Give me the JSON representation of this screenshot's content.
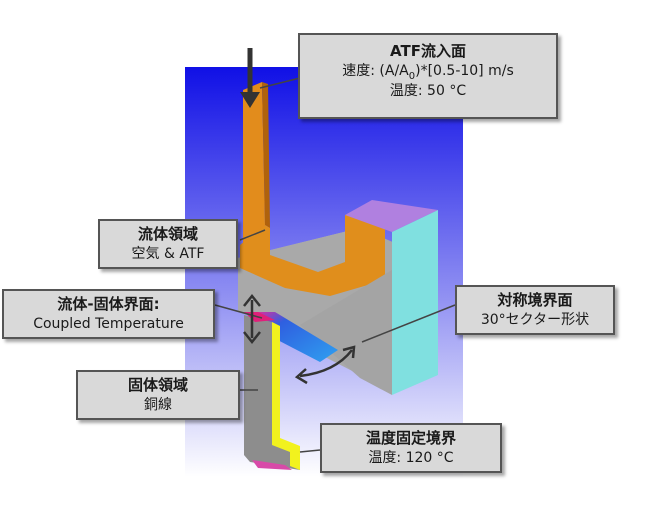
{
  "colors": {
    "background_gradient_top": "#1010e0",
    "background_gradient_bottom": "#ffffff",
    "fluid_copper": "#e08e1c",
    "solid_gray": "#a6a6a6",
    "symmetry_cyan": "#7fe0e0",
    "inlet_violet": "#b07fe0",
    "heat_yellow": "#f0f020",
    "interface_blue": "#2f78e0",
    "callout_fill": "#d9d9d9",
    "callout_border": "#555555"
  },
  "callouts": {
    "inlet": {
      "title": "ATF流入面",
      "speed_prefix": "速度: (A/A",
      "speed_subscript": "0",
      "speed_suffix": ")*[0.5-10] m/s",
      "temp": "温度: 50 °C"
    },
    "fluid_region": {
      "title": "流体領域",
      "sub": "空気 & ATF"
    },
    "interface": {
      "title": "流体-固体界面:",
      "sub": "Coupled Temperature"
    },
    "solid_region": {
      "title": "固体領域",
      "sub": "銅線"
    },
    "symmetry": {
      "title": "対称境界面",
      "sub": "30°セクター形状"
    },
    "fixed_temp": {
      "title": "温度固定境界",
      "sub": "温度: 120 °C"
    }
  }
}
